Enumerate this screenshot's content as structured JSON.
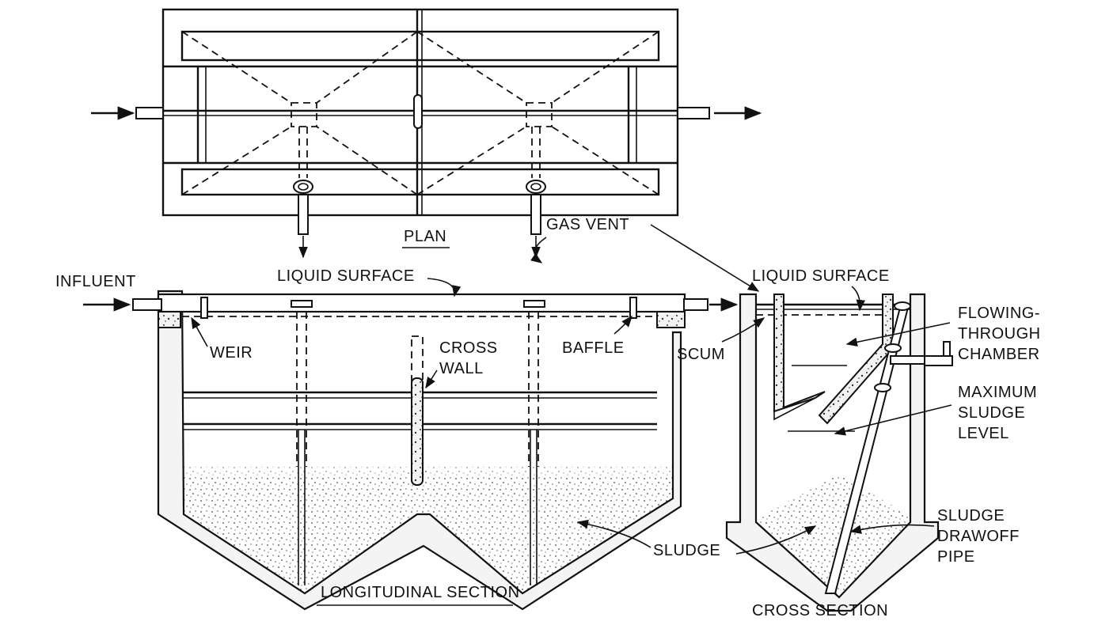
{
  "diagram": {
    "labels": {
      "plan": "PLAN",
      "gas_vent": "GAS VENT",
      "influent": "INFLUENT",
      "liquid_surface_long": "LIQUID SURFACE",
      "weir": "WEIR",
      "cross_wall_line1": "CROSS",
      "cross_wall_line2": "WALL",
      "baffle": "BAFFLE",
      "sludge": "SLUDGE",
      "longitudinal_section": "LONGITUDINAL SECTION",
      "liquid_surface_cross": "LIQUID SURFACE",
      "scum": "SCUM",
      "flowing_through_line1": "FLOWING-",
      "flowing_through_line2": "THROUGH",
      "flowing_through_line3": "CHAMBER",
      "max_sludge_line1": "MAXIMUM",
      "max_sludge_line2": "SLUDGE",
      "max_sludge_line3": "LEVEL",
      "sludge_drawoff_line1": "SLUDGE",
      "sludge_drawoff_line2": "DRAWOFF",
      "sludge_drawoff_line3": "PIPE",
      "cross_section": "CROSS SECTION"
    }
  }
}
